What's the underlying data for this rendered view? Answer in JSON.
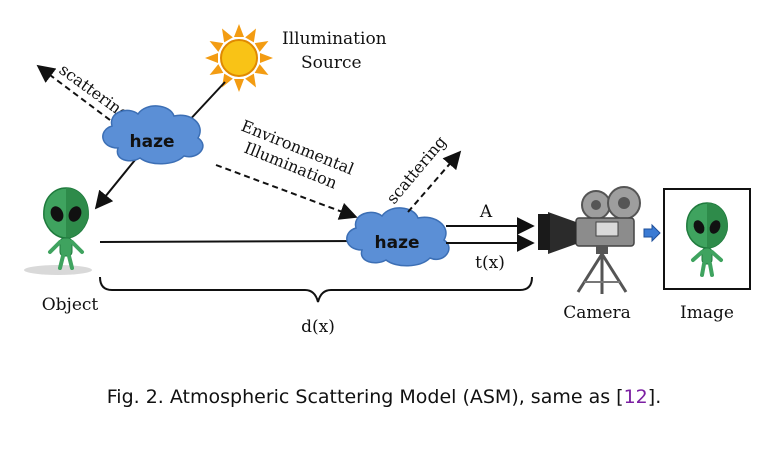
{
  "diagram": {
    "labels": {
      "illumination_line1": "Illumination",
      "illumination_line2": "Source",
      "scattering_left": "scattering",
      "haze_top": "haze",
      "env_line1": "Environmental",
      "env_line2": "Illumination",
      "scattering_right": "scattering",
      "haze_mid": "haze",
      "airlight": "A",
      "transmission": "t(x)",
      "object": "Object",
      "camera": "Camera",
      "image": "Image",
      "distance": "d(x)"
    },
    "colors": {
      "haze_fill": "#5b8fd6",
      "sun_core": "#f9c316",
      "sun_ray": "#f39c12",
      "alien_green": "#3fa35f",
      "alien_dark": "#1f7a3d",
      "camera_gray": "#8c8c8c"
    },
    "icons": [
      "sun-icon",
      "cloud-icon",
      "alien-icon",
      "video-camera-icon",
      "arrow-right-icon"
    ]
  },
  "caption": {
    "prefix": "Fig. 2.  Atmospheric Scattering Model (ASM), same as [",
    "ref": "12",
    "suffix": "].",
    "ref_color": "#7b1fa2"
  }
}
